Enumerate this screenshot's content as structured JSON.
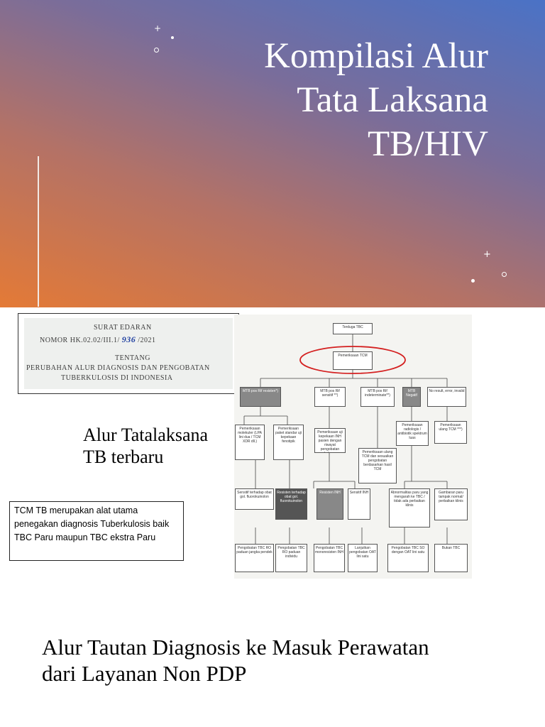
{
  "slide": {
    "title_lines": [
      "Kompilasi Alur",
      "Tata Laksana",
      "TB/HIV"
    ],
    "decor": {
      "plus": "+",
      "ring": "circle-outline",
      "dot": "dot"
    }
  },
  "surat_edaran": {
    "line1": "SURAT EDARAN",
    "line2_prefix": "NOMOR HK.02.02/III.1/",
    "line2_number": "936",
    "line2_suffix": "/2021",
    "line3": "TENTANG",
    "line4": "PERUBAHAN ALUR DIAGNOSIS DAN PENGOBATAN",
    "line5": "TUBERKULOSIS DI INDONESIA"
  },
  "alur_tatalaksana": {
    "line1": "Alur Tatalaksana",
    "line2": "TB terbaru"
  },
  "tcm_note": "TCM TB merupakan alat utama penegakan diagnosis Tuberkulosis baik TBC Paru maupun TBC ekstra Paru",
  "bottom_title": {
    "line1": "Alur Tautan Diagnosis ke Masuk Perawatan",
    "line2": "dari Layanan Non PDP"
  },
  "flowchart": {
    "start": "Terduga TBC",
    "exam": "Pemeriksaan TCM",
    "results": [
      "MTB pos Rif resisten*)",
      "MTB pos Rif sensitif **)",
      "MTB pos Rif indeterminate**)",
      "MTB Negatif",
      "No result, error, invalid"
    ],
    "level2": [
      "Pemeriksaan molekuler (LPA lini dua / TCM XDR dll.)",
      "Pemeriksaan paket standar uji kepekaan fenotipik",
      "Pemeriksaan uji kepekaan INH pasien dengan riwayat pengobatan sebelumnya",
      "Pemeriksaan radiologis / antibiotik spektrum luas",
      "Pemeriksaan ulang TCM ***)"
    ],
    "indeterminate_step": "Pemeriksaan ulang TCM dan sesuaikan pengobatan berdasarkan hasil TCM",
    "level3": [
      "Sensitif terhadap obat gol. fluorokuinolon",
      "Resisten terhadap obat gol. fluorokuinolon",
      "Resisten INH",
      "Sensitif INH",
      "Abnormalitas paru yang mengarah ke TBC / tidak ada perbaikan klinis",
      "Gambaran paru tampak normal/ perbaikan klinis"
    ],
    "outcomes": [
      "Pengobatan TBC RO paduan jangka pendek",
      "Pengobatan TBC RO paduan individu",
      "Pengobatan TBC monoresisten INH",
      "Lanjutkan pengobatan OAT lini satu",
      "Pengobatan TBC SO dengan OAT lini satu",
      "Bukan TBC"
    ]
  },
  "colors": {
    "gradient_top_right": "#4a72c6",
    "gradient_bottom_left": "#e47a36",
    "title_text": "#ffffff",
    "handwritten_number": "#1f3fa0",
    "highlight_ellipse": "#d42020"
  }
}
